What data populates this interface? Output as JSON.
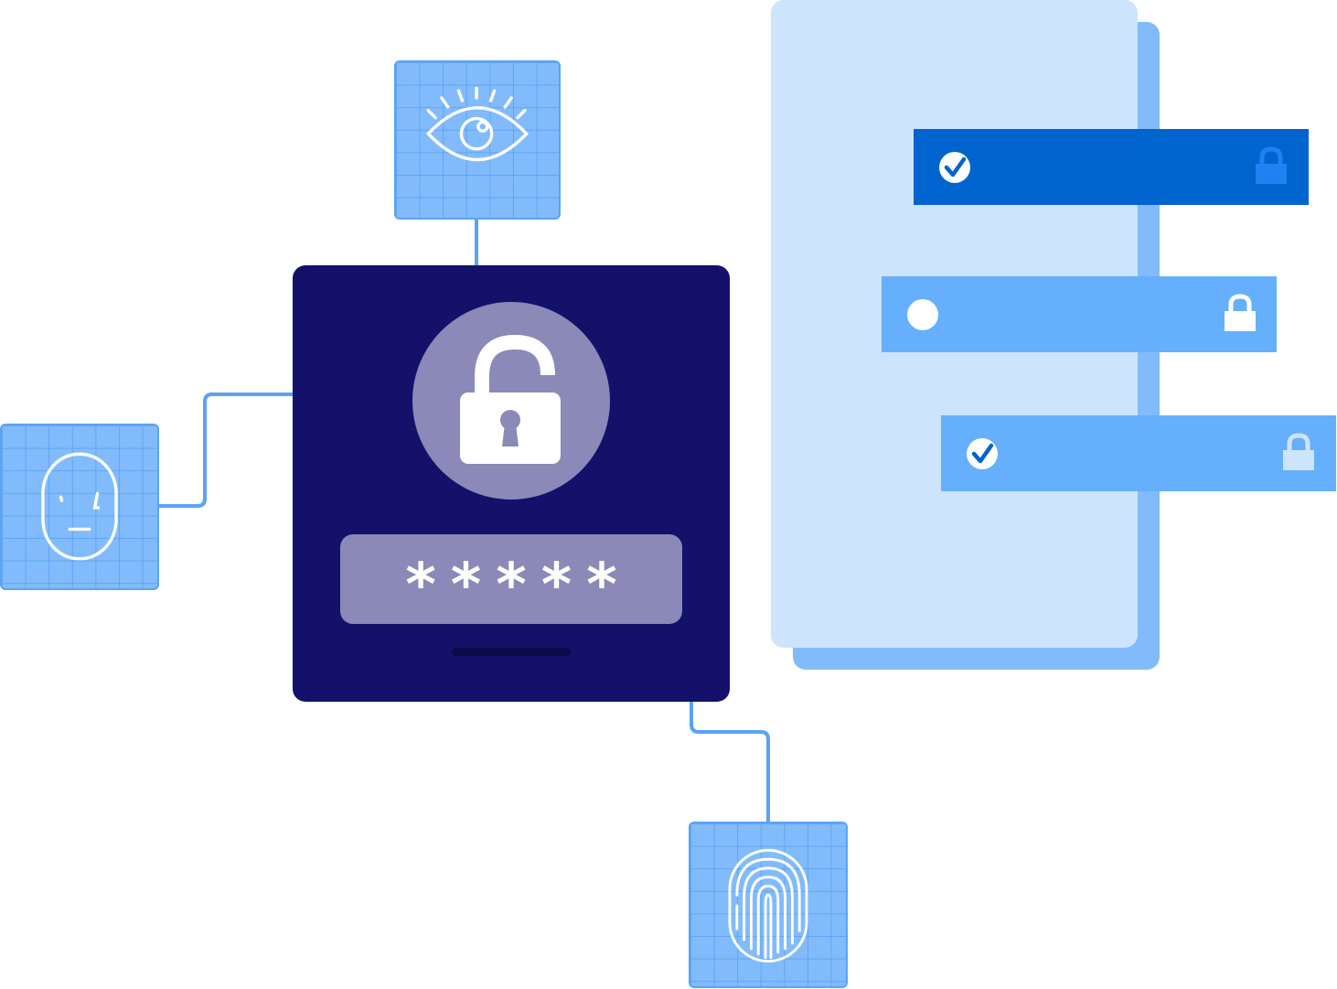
{
  "colors": {
    "panel": "#131169",
    "panel_accent": "#8a89b8",
    "tile": "#82bbfb",
    "tile_border": "#5aa3f5",
    "card": "#cde4fd",
    "card_shadow": "#82bbfb",
    "row_active": "#0064ce",
    "row_default": "#66affc",
    "connector": "#5aa3f5"
  },
  "login_panel": {
    "lock_icon": "unlocked-padlock-icon",
    "password_mask": "*****"
  },
  "biometrics": [
    {
      "method": "iris",
      "icon": "eye-icon"
    },
    {
      "method": "face",
      "icon": "face-icon"
    },
    {
      "method": "fingerprint",
      "icon": "fingerprint-icon"
    }
  ],
  "access_rows": [
    {
      "status": "checked",
      "lock": "locked",
      "style": "active"
    },
    {
      "status": "unchecked",
      "lock": "locked",
      "style": "default"
    },
    {
      "status": "checked",
      "lock": "locked",
      "style": "default"
    }
  ]
}
